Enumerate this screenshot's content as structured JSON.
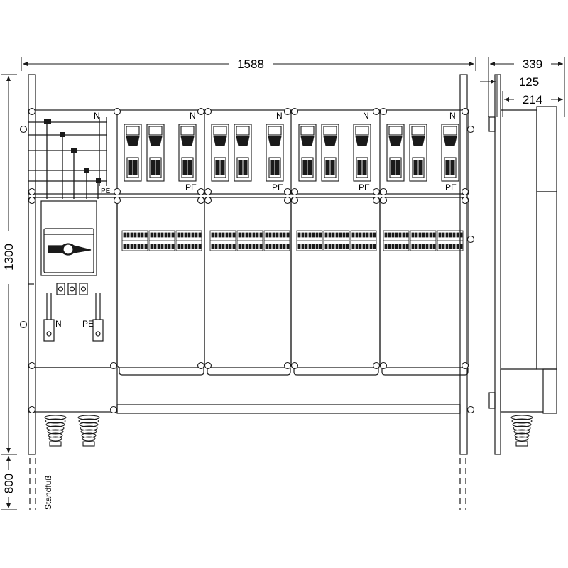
{
  "dimensions": {
    "width": "1588",
    "height": "1300",
    "foot_height": "800",
    "depth_total": "339",
    "depth_inner": "125",
    "depth_module": "214"
  },
  "labels": {
    "neutral": "N",
    "protective_earth": "PE",
    "stand_foot": "Standfuß"
  },
  "colors": {
    "line": "#1a1a1a",
    "background": "#ffffff"
  }
}
